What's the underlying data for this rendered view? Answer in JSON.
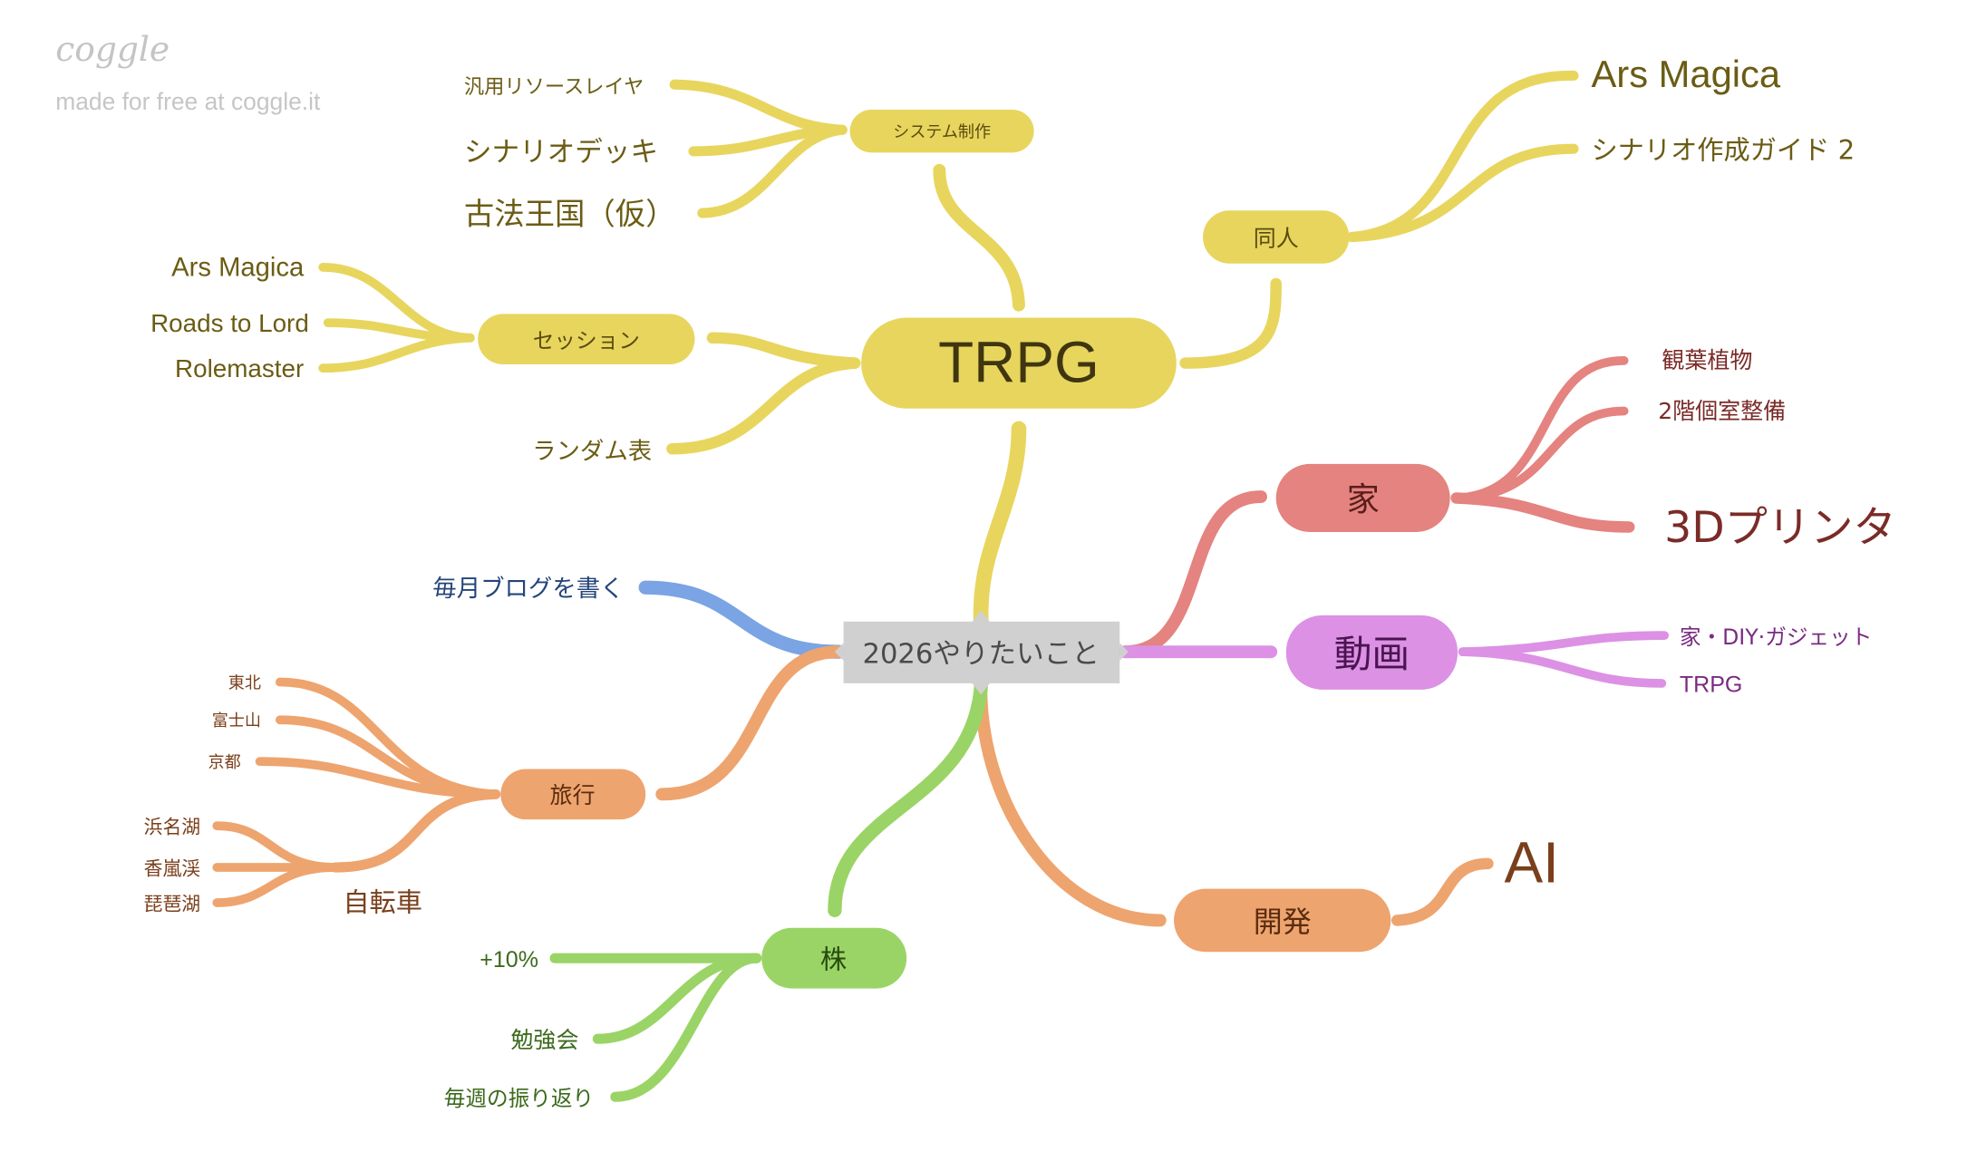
{
  "watermark": {
    "logo": "coggle",
    "tagline": "made for free at coggle.it"
  },
  "colors": {
    "root_box": "#d0d0d0",
    "root_text": "#4a4a4a",
    "yellow": "#e8d55e",
    "yellow_text": "#6b5c14",
    "red": "#e4837f",
    "red_text": "#7a2b28",
    "pink": "#dc91e4",
    "pink_text": "#7a2a82",
    "orange": "#eea46e",
    "orange_text": "#7a3f1b",
    "green": "#9bd466",
    "green_text": "#3c6a1c",
    "blue": "#7aa4e4",
    "blue_text": "#24447a"
  },
  "root": {
    "label": "2026やりたいこと"
  },
  "trpg": {
    "label": "TRPG",
    "system": {
      "label": "システム制作",
      "children": [
        "汎用リソースレイヤ",
        "シナリオデッキ",
        "古法王国（仮）"
      ]
    },
    "session": {
      "label": "セッション",
      "children": [
        "Ars Magica",
        "Roads to Lord",
        "Rolemaster"
      ]
    },
    "random_table": "ランダム表",
    "doujin": {
      "label": "同人",
      "children": [
        "Ars Magica",
        "シナリオ作成ガイド 2"
      ]
    }
  },
  "home": {
    "label": "家",
    "children": [
      "観葉植物",
      "2階個室整備",
      "3Dプリンタ"
    ]
  },
  "video": {
    "label": "動画",
    "children": [
      "家・DIY·ガジェット",
      "TRPG"
    ]
  },
  "blog": {
    "label": "毎月ブログを書く"
  },
  "travel": {
    "label": "旅行",
    "children": [
      "東北",
      "富士山",
      "京都"
    ],
    "bicycle": {
      "label": "自転車",
      "children": [
        "浜名湖",
        "香嵐渓",
        "琵琶湖"
      ]
    }
  },
  "stocks": {
    "label": "株",
    "children": [
      "+10%",
      "勉強会",
      "毎週の振り返り"
    ]
  },
  "dev": {
    "label": "開発",
    "children": [
      "AI"
    ]
  }
}
